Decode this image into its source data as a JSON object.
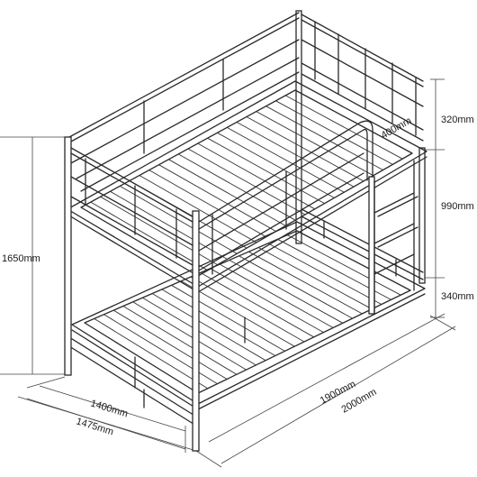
{
  "labels": {
    "total_height": "1650mm",
    "rail_height": "320mm",
    "bunk_gap": "990mm",
    "floor_clearance": "340mm",
    "ladder_opening": "400mm",
    "inner_width": "1400mm",
    "outer_width": "1475mm",
    "inner_length": "1900mm",
    "outer_length": "2000mm"
  }
}
